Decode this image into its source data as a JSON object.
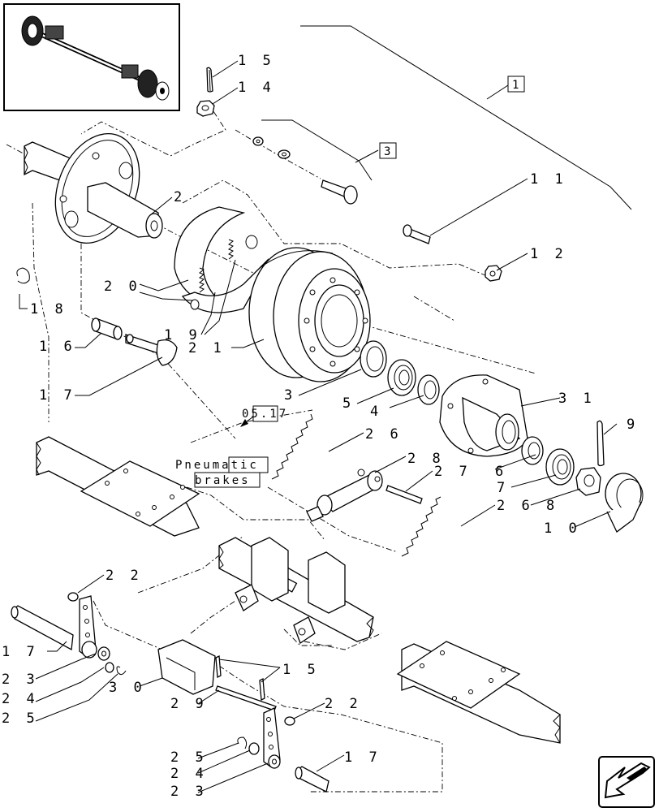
{
  "callouts": [
    {
      "id": "c15a",
      "text": "1 5"
    },
    {
      "id": "c14",
      "text": "1 4"
    },
    {
      "id": "c2",
      "text": "2"
    },
    {
      "id": "c11",
      "text": "1 1"
    },
    {
      "id": "c12",
      "text": "1 2"
    },
    {
      "id": "c20",
      "text": "2 0"
    },
    {
      "id": "c18",
      "text": "1 8"
    },
    {
      "id": "c19",
      "text": "1 9"
    },
    {
      "id": "c16",
      "text": "1 6"
    },
    {
      "id": "c21",
      "text": "2 1"
    },
    {
      "id": "c17a",
      "text": "1 7"
    },
    {
      "id": "c3",
      "text": "3"
    },
    {
      "id": "c5",
      "text": "5"
    },
    {
      "id": "c4",
      "text": "4"
    },
    {
      "id": "c31",
      "text": "3 1"
    },
    {
      "id": "c9",
      "text": "9"
    },
    {
      "id": "c26",
      "text": "2 6"
    },
    {
      "id": "c28",
      "text": "2 8"
    },
    {
      "id": "c27",
      "text": "2 7"
    },
    {
      "id": "c6",
      "text": "6"
    },
    {
      "id": "c7",
      "text": "7"
    },
    {
      "id": "c268",
      "text": "2 6 8"
    },
    {
      "id": "c10",
      "text": "1 0"
    },
    {
      "id": "c22a",
      "text": "2 2"
    },
    {
      "id": "c17b",
      "text": "1 7"
    },
    {
      "id": "c23a",
      "text": "2 3"
    },
    {
      "id": "c24a",
      "text": "2 4"
    },
    {
      "id": "c25a",
      "text": "2 5"
    },
    {
      "id": "c30",
      "text": "3 0"
    },
    {
      "id": "c15b",
      "text": "1 5"
    },
    {
      "id": "c29",
      "text": "2 9"
    },
    {
      "id": "c22b",
      "text": "2 2"
    },
    {
      "id": "c25b",
      "text": "2 5"
    },
    {
      "id": "c24b",
      "text": "2 4"
    },
    {
      "id": "c23b",
      "text": "2 3"
    },
    {
      "id": "c17c",
      "text": "1 7"
    }
  ],
  "boxed_refs": {
    "ref_1": "1",
    "ref_3": "3",
    "ref_section": "05.17",
    "pneumatic_line1": "Pneumatic",
    "pneumatic_line2": "brakes"
  },
  "nav": {
    "icon": "back-arrow-icon"
  }
}
